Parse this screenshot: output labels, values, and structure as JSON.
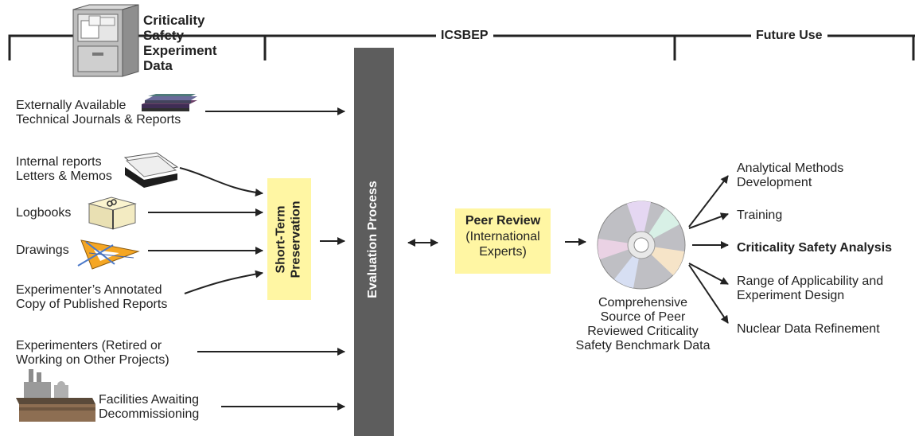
{
  "header": {
    "data_title_lines": [
      "Criticality",
      "Safety",
      "Experiment",
      "Data"
    ],
    "icsbep": "ICSBEP",
    "future_use": "Future Use"
  },
  "sources": {
    "external_1": "Externally Available",
    "external_2": "Technical Journals & Reports",
    "internal_1": "Internal reports",
    "internal_2": "Letters & Memos",
    "logbooks": "Logbooks",
    "drawings": "Drawings",
    "annotated_1": "Experimenter’s Annotated",
    "annotated_2": "Copy of Published Reports",
    "experimenters_1": "Experimenters (Retired or",
    "experimenters_2": "Working on Other Projects)",
    "facilities_1": "Facilities Awaiting",
    "facilities_2": "Decommissioning"
  },
  "process": {
    "short_term_1": "Short-Term",
    "short_term_2": "Preservation",
    "evaluation": "Evaluation Process",
    "peer_review": "Peer Review",
    "peer_sub_1": "(International",
    "peer_sub_2": "Experts)"
  },
  "output": {
    "source_1": "Comprehensive",
    "source_2": "Source of Peer",
    "source_3": "Reviewed Criticality",
    "source_4": "Safety Benchmark Data"
  },
  "uses": {
    "analytical_1": "Analytical Methods",
    "analytical_2": "Development",
    "training": "Training",
    "csa": "Criticality Safety Analysis",
    "range_1": "Range of Applicability and",
    "range_2": "Experiment Design",
    "nuclear": "Nuclear Data Refinement"
  },
  "icons": {
    "cabinet": "file-cabinet-icon",
    "books": "books-icon",
    "tray": "paper-tray-icon",
    "logbook": "logbook-icon",
    "drawing": "drafting-triangle-icon",
    "facility": "factory-icon",
    "disc": "cd-disc-icon"
  },
  "colors": {
    "highlight": "#fff6a3",
    "evaluation_bar": "#5d5d5d",
    "line": "#222222"
  }
}
